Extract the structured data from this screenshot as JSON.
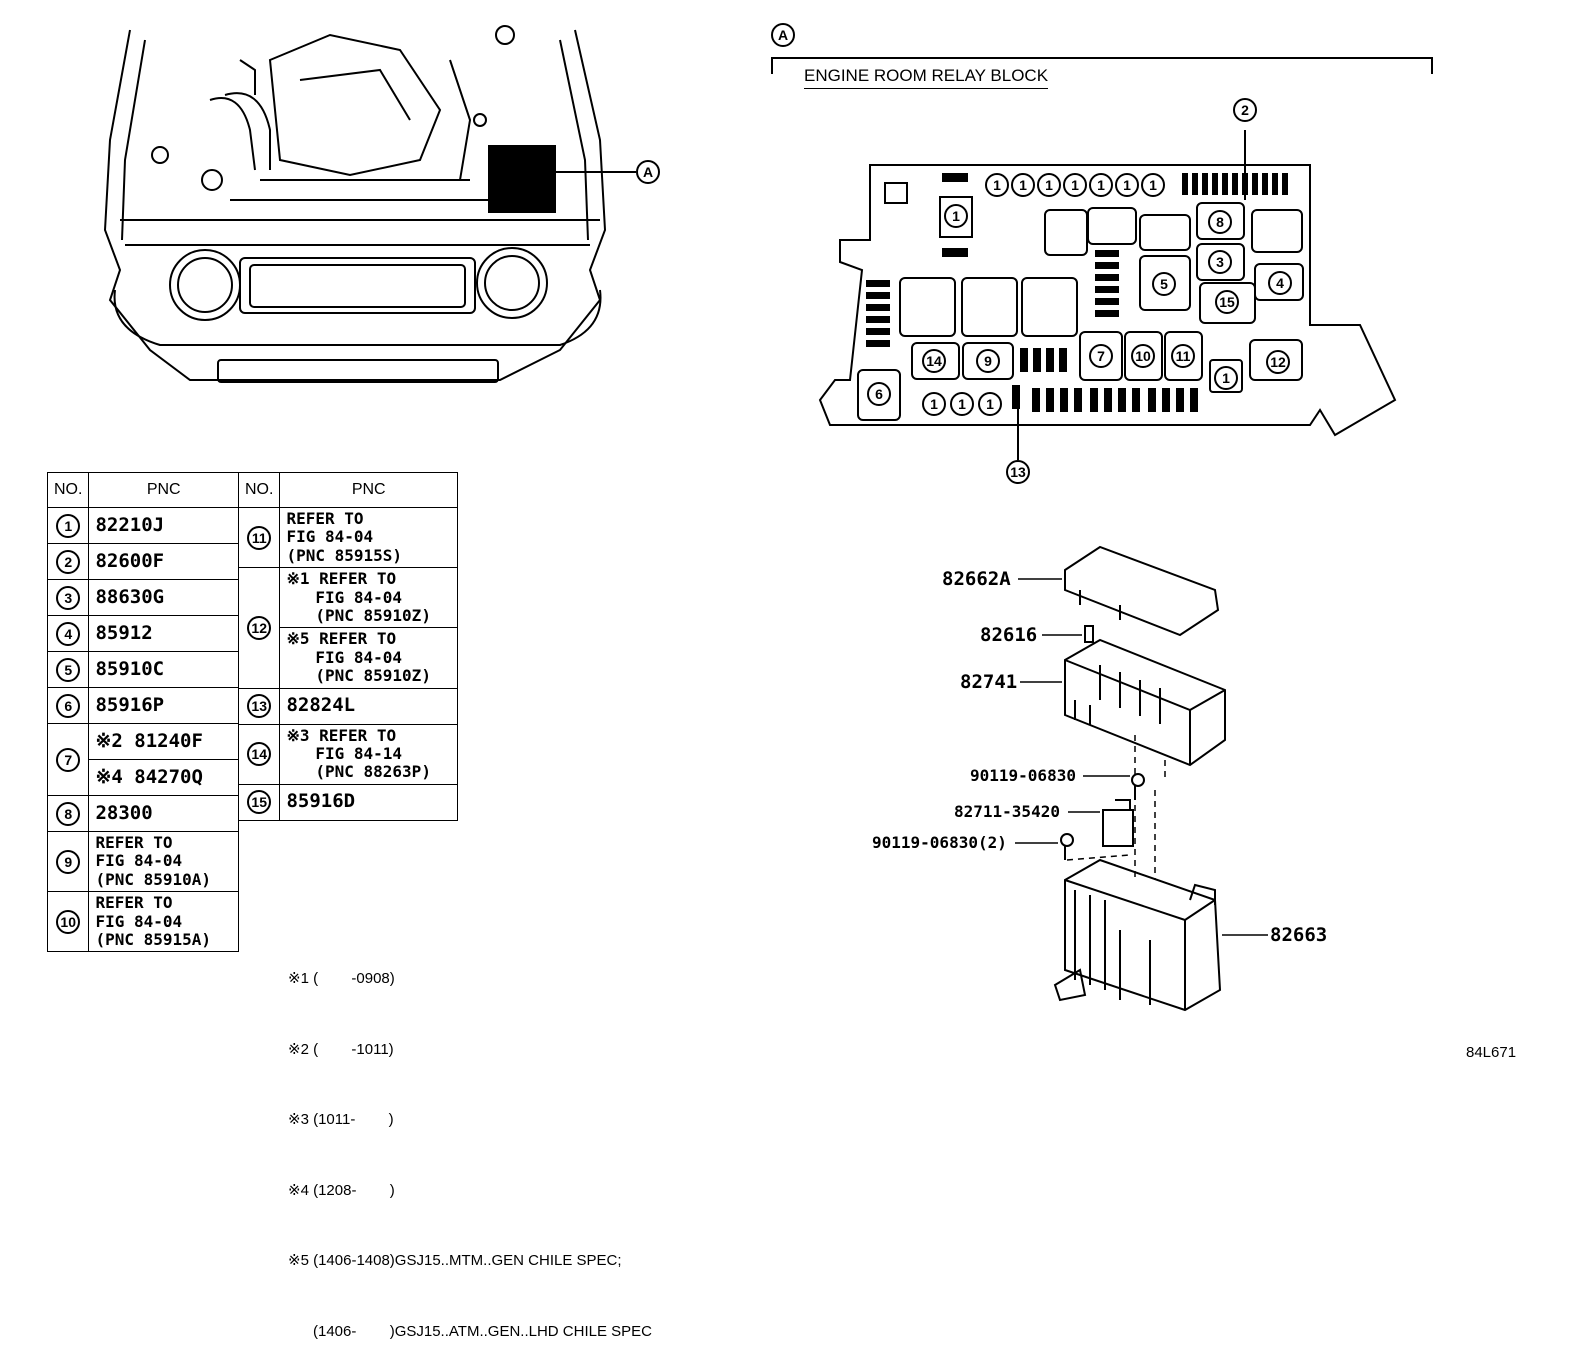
{
  "callout_a": "A",
  "section_title": "ENGINE ROOM RELAY BLOCK",
  "diagram_code": "84L671",
  "table": {
    "headers": {
      "no": "NO.",
      "pnc": "PNC"
    },
    "left": [
      {
        "no": "1",
        "pnc": "82210J"
      },
      {
        "no": "2",
        "pnc": "82600F"
      },
      {
        "no": "3",
        "pnc": "88630G"
      },
      {
        "no": "4",
        "pnc": "85912"
      },
      {
        "no": "5",
        "pnc": "85910C"
      },
      {
        "no": "6",
        "pnc": "85916P"
      },
      {
        "no": "7",
        "pnc_a": "※2 81240F",
        "pnc_b": "※4 84270Q"
      },
      {
        "no": "8",
        "pnc": "28300"
      },
      {
        "no": "9",
        "pnc": "REFER TO\nFIG 84-04\n(PNC 85910A)"
      },
      {
        "no": "10",
        "pnc": "REFER TO\nFIG 84-04\n(PNC 85915A)"
      }
    ],
    "right": [
      {
        "no": "11",
        "pnc": "REFER TO\nFIG 84-04\n(PNC 85915S)"
      },
      {
        "no": "12",
        "pnc_a": "※1 REFER TO\n   FIG 84-04\n   (PNC 85910Z)",
        "pnc_b": "※5 REFER TO\n   FIG 84-04\n   (PNC 85910Z)"
      },
      {
        "no": "13",
        "pnc": "82824L"
      },
      {
        "no": "14",
        "pnc": "※3 REFER TO\n   FIG 84-14\n   (PNC 88263P)"
      },
      {
        "no": "15",
        "pnc": "85916D"
      }
    ]
  },
  "notes": [
    "※1 (        -0908)",
    "※2 (        -1011)",
    "※3 (1011-        )",
    "※4 (1208-        )",
    "※5 (1406-1408)GSJ15..MTM..GEN CHILE SPEC;",
    "      (1406-        )GSJ15..ATM..GEN..LHD CHILE SPEC"
  ],
  "parts": {
    "cover": "82662A",
    "clip": "82616",
    "block": "82741",
    "bolt1": "90119-06830",
    "bracket": "82711-35420",
    "bolt2": "90119-06830(2)",
    "case": "82663"
  },
  "relay_block_markers": {
    "m1": "1",
    "m2": "2",
    "m3": "3",
    "m4": "4",
    "m5": "5",
    "m6": "6",
    "m7": "7",
    "m8": "8",
    "m9": "9",
    "m10": "10",
    "m11": "11",
    "m12": "12",
    "m13": "13",
    "m14": "14",
    "m15": "15"
  }
}
